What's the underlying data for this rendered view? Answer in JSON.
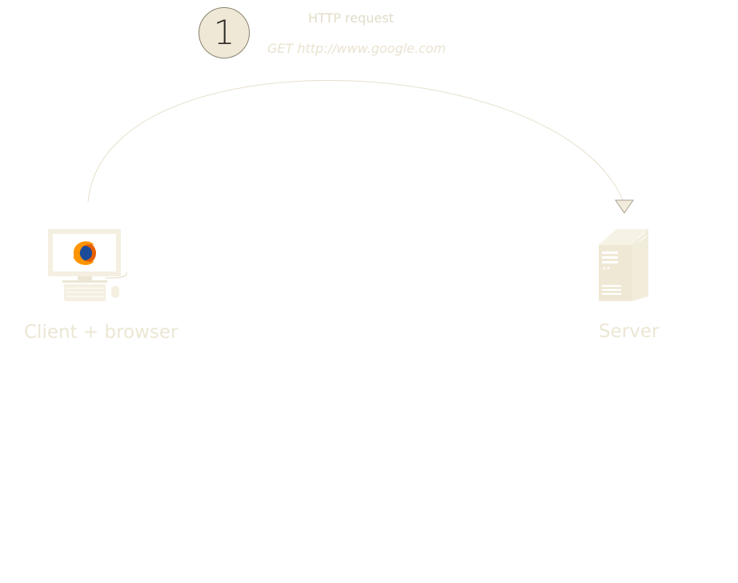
{
  "step": {
    "number": "1"
  },
  "request": {
    "title": "HTTP request",
    "line": "GET http://www.google.com"
  },
  "client": {
    "label": "Client + browser",
    "icon": "computer-with-browser-icon"
  },
  "server": {
    "label": "Server",
    "icon": "server-tower-icon"
  },
  "colors": {
    "accent": "#efe8d6",
    "faded_text": "#ece6d4",
    "arc": "#e6e0cc",
    "step_border": "#8a8370"
  }
}
